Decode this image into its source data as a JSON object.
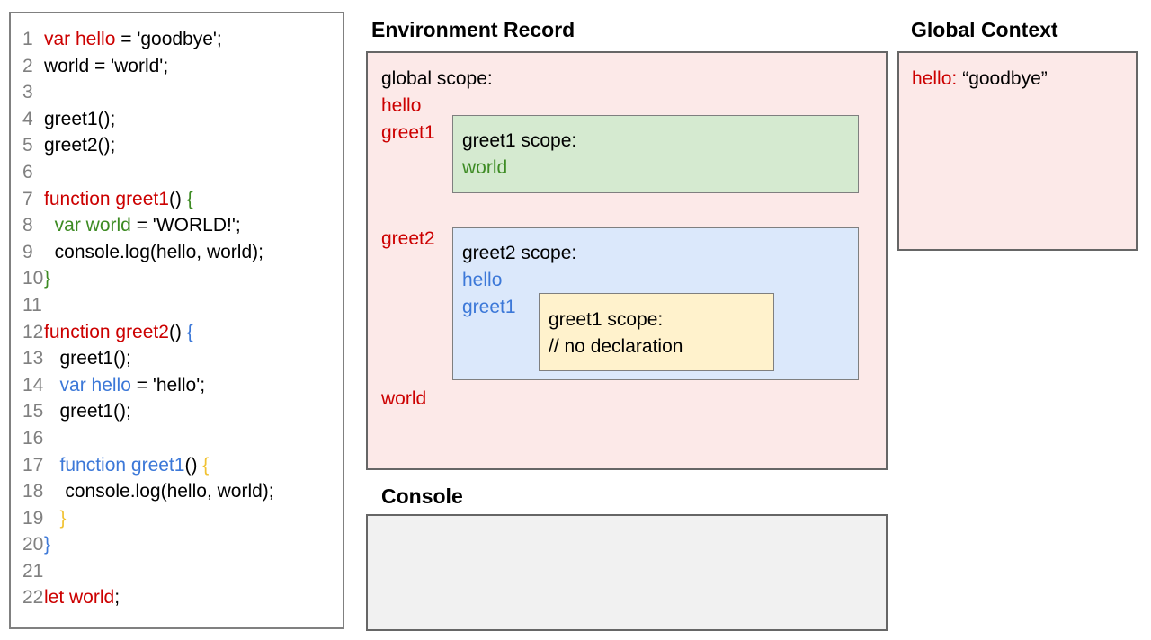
{
  "colors": {
    "code_red": "#cc0000",
    "code_green": "#3d8b23",
    "code_blue": "#3c78d8",
    "code_orange": "#f1c232",
    "line_number_gray": "#808080",
    "pink_bg": "#fce9e8",
    "green_bg": "#d5ead0",
    "blue_bg": "#dbe8fb",
    "yellow_bg": "#fff2cc",
    "console_bg": "#f1f1f1"
  },
  "panels": {
    "code": {
      "lines": [
        {
          "num": "1",
          "segs": [
            {
              "t": "var hello",
              "c": "red"
            },
            {
              "t": " = 'goodbye';",
              "c": "ink"
            }
          ]
        },
        {
          "num": "2",
          "segs": [
            {
              "t": "world = 'world';",
              "c": "ink"
            }
          ]
        },
        {
          "num": "3",
          "segs": []
        },
        {
          "num": "4",
          "segs": [
            {
              "t": "greet1();",
              "c": "ink"
            }
          ]
        },
        {
          "num": "5",
          "segs": [
            {
              "t": "greet2();",
              "c": "ink"
            }
          ]
        },
        {
          "num": "6",
          "segs": []
        },
        {
          "num": "7",
          "segs": [
            {
              "t": "function greet1",
              "c": "red"
            },
            {
              "t": "() ",
              "c": "ink"
            },
            {
              "t": "{",
              "c": "green"
            }
          ]
        },
        {
          "num": "8",
          "segs": [
            {
              "t": "  ",
              "c": "ink"
            },
            {
              "t": "var world",
              "c": "green"
            },
            {
              "t": " = 'WORLD!';",
              "c": "ink"
            }
          ]
        },
        {
          "num": "9",
          "segs": [
            {
              "t": "  console.log(hello, world);",
              "c": "ink"
            }
          ]
        },
        {
          "num": "10",
          "segs": [
            {
              "t": "}",
              "c": "green"
            }
          ]
        },
        {
          "num": "11",
          "segs": []
        },
        {
          "num": "12",
          "segs": [
            {
              "t": "function greet2",
              "c": "red"
            },
            {
              "t": "() ",
              "c": "ink"
            },
            {
              "t": "{",
              "c": "blue"
            }
          ]
        },
        {
          "num": "13",
          "segs": [
            {
              "t": "   greet1();",
              "c": "ink"
            }
          ]
        },
        {
          "num": "14",
          "segs": [
            {
              "t": "   ",
              "c": "ink"
            },
            {
              "t": "var hello",
              "c": "blue"
            },
            {
              "t": " = 'hello';",
              "c": "ink"
            }
          ]
        },
        {
          "num": "15",
          "segs": [
            {
              "t": "   greet1();",
              "c": "ink"
            }
          ]
        },
        {
          "num": "16",
          "segs": []
        },
        {
          "num": "17",
          "segs": [
            {
              "t": "   ",
              "c": "ink"
            },
            {
              "t": "function greet1",
              "c": "blue"
            },
            {
              "t": "() ",
              "c": "ink"
            },
            {
              "t": "{",
              "c": "orange"
            }
          ]
        },
        {
          "num": "18",
          "segs": [
            {
              "t": "    console.log(hello, world);",
              "c": "ink"
            }
          ]
        },
        {
          "num": "19",
          "segs": [
            {
              "t": "   ",
              "c": "ink"
            },
            {
              "t": "}",
              "c": "orange"
            }
          ]
        },
        {
          "num": "20",
          "segs": [
            {
              "t": "}",
              "c": "blue"
            }
          ]
        },
        {
          "num": "21",
          "segs": []
        },
        {
          "num": "22",
          "segs": [
            {
              "t": "let world",
              "c": "red"
            },
            {
              "t": ";",
              "c": "ink"
            }
          ]
        }
      ]
    },
    "environment_record": {
      "title": "Environment Record",
      "global_scope_label": "global scope:",
      "bindings": [
        "hello",
        "greet1",
        "greet2",
        "world"
      ],
      "greet1_scope": {
        "label": "greet1 scope:",
        "bindings": [
          "world"
        ]
      },
      "greet2_scope": {
        "label": "greet2 scope:",
        "bindings": [
          "hello",
          "greet1"
        ],
        "inner_greet1_scope": {
          "label": "greet1 scope:",
          "comment": "// no declaration"
        }
      }
    },
    "global_context": {
      "title": "Global Context",
      "entry_key": "hello:",
      "entry_value": "“goodbye”"
    },
    "console": {
      "title": "Console",
      "content": ""
    }
  }
}
